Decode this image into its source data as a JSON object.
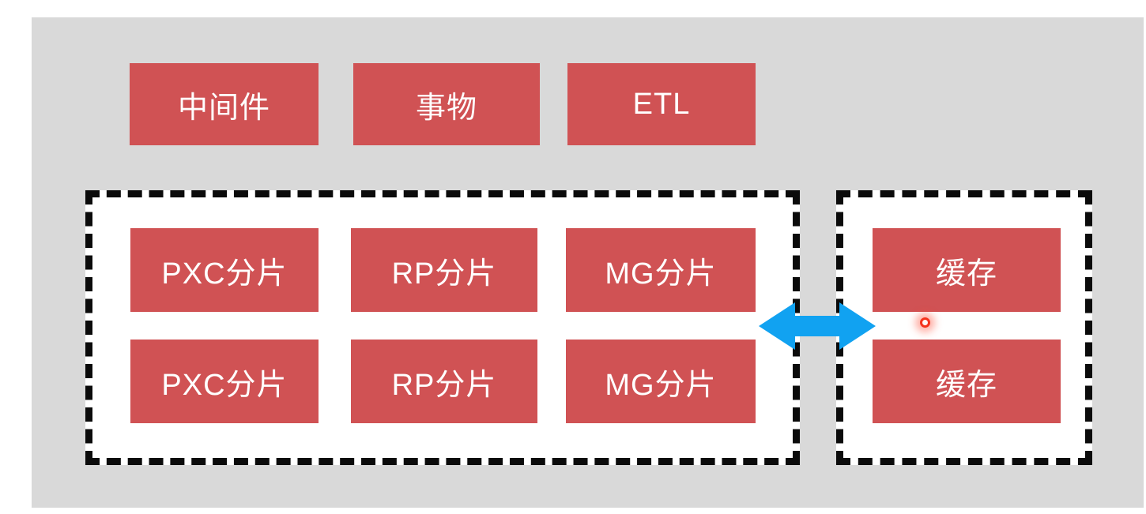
{
  "colors": {
    "background": "#ffffff",
    "panel": "#d9d9d9",
    "node_fill": "#d05254",
    "node_text": "#ffffff",
    "dashed_border": "#0b0b0b",
    "arrow": "#11a2f1",
    "cursor_dot": "#f5321c"
  },
  "top_row": {
    "nodes": [
      {
        "label": "中间件"
      },
      {
        "label": "事物"
      },
      {
        "label": "ETL"
      }
    ]
  },
  "shard_cluster": {
    "rows": [
      {
        "nodes": [
          {
            "label": "PXC分片"
          },
          {
            "label": "RP分片"
          },
          {
            "label": "MG分片"
          }
        ]
      },
      {
        "nodes": [
          {
            "label": "PXC分片"
          },
          {
            "label": "RP分片"
          },
          {
            "label": "MG分片"
          }
        ]
      }
    ]
  },
  "cache_cluster": {
    "nodes": [
      {
        "label": "缓存"
      },
      {
        "label": "缓存"
      }
    ]
  },
  "connector": {
    "type": "bidirectional-arrow"
  }
}
